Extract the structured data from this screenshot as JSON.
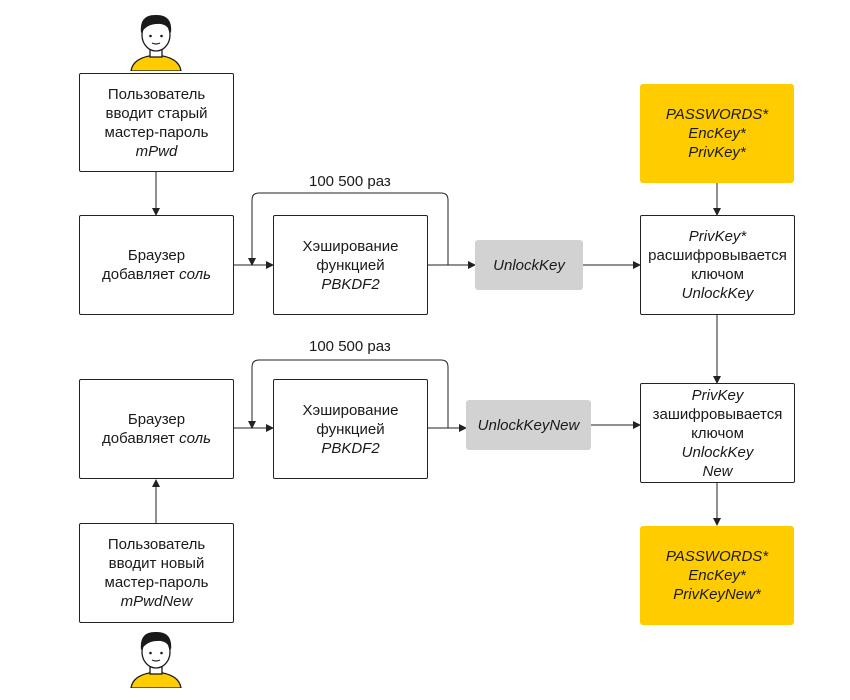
{
  "user_top": {
    "lines": [
      [
        {
          "t": "Пользователь"
        }
      ],
      [
        {
          "t": "вводит старый"
        }
      ],
      [
        {
          "t": "мастер-пароль"
        }
      ],
      [
        {
          "t": "mPwd",
          "i": true
        }
      ]
    ]
  },
  "salt_top": {
    "lines": [
      [
        {
          "t": "Браузер"
        }
      ],
      [
        {
          "t": "добавляет "
        },
        {
          "t": "соль",
          "i": true
        }
      ]
    ]
  },
  "hash_top": {
    "lines": [
      [
        {
          "t": "Хэширование"
        }
      ],
      [
        {
          "t": "функцией"
        }
      ],
      [
        {
          "t": "PBKDF2",
          "i": true
        }
      ]
    ]
  },
  "unlock_key": {
    "lines": [
      [
        {
          "t": "UnlockKey",
          "i": true
        }
      ]
    ]
  },
  "passwords_top": {
    "lines": [
      [
        {
          "t": "PASSWORDS*",
          "i": true
        }
      ],
      [
        {
          "t": "EncKey*",
          "i": true
        }
      ],
      [
        {
          "t": "PrivKey*",
          "i": true
        }
      ]
    ]
  },
  "decrypt": {
    "lines": [
      [
        {
          "t": "PrivKey*",
          "i": true
        }
      ],
      [
        {
          "t": "расшифровывается"
        }
      ],
      [
        {
          "t": "ключом"
        }
      ],
      [
        {
          "t": "UnlockKey",
          "i": true
        }
      ]
    ]
  },
  "loop_top": {
    "label": "100 500 раз"
  },
  "salt_bottom": {
    "lines": [
      [
        {
          "t": "Браузер"
        }
      ],
      [
        {
          "t": "добавляет "
        },
        {
          "t": "соль",
          "i": true
        }
      ]
    ]
  },
  "hash_bottom": {
    "lines": [
      [
        {
          "t": "Хэширование"
        }
      ],
      [
        {
          "t": "функцией"
        }
      ],
      [
        {
          "t": "PBKDF2",
          "i": true
        }
      ]
    ]
  },
  "unlock_key_new": {
    "lines": [
      [
        {
          "t": "UnlockKeyNew",
          "i": true
        }
      ]
    ]
  },
  "encrypt": {
    "lines": [
      [
        {
          "t": "PrivKey",
          "i": true
        }
      ],
      [
        {
          "t": "зашифровывается"
        }
      ],
      [
        {
          "t": "ключом"
        }
      ],
      [
        {
          "t": "UnlockKey",
          "i": true
        }
      ],
      [
        {
          "t": "New",
          "i": true
        }
      ]
    ]
  },
  "loop_bottom": {
    "label": "100 500 раз"
  },
  "user_bottom": {
    "lines": [
      [
        {
          "t": "Пользователь"
        }
      ],
      [
        {
          "t": "вводит новый"
        }
      ],
      [
        {
          "t": "мастер-пароль"
        }
      ],
      [
        {
          "t": "mPwdNew",
          "i": true
        }
      ]
    ]
  },
  "passwords_bottom": {
    "lines": [
      [
        {
          "t": "PASSWORDS*",
          "i": true
        }
      ],
      [
        {
          "t": "EncKey*",
          "i": true
        }
      ],
      [
        {
          "t": "PrivKeyNew*",
          "i": true
        }
      ]
    ]
  },
  "colors": {
    "accent_yellow": "#ffcc00",
    "gray_box": "#d2d2d2",
    "line": "#222222",
    "skin": "#ffffff",
    "hair": "#1a1a1a",
    "shirt": "#ffcc00"
  },
  "icons": {
    "user_avatar": "person-avatar-icon"
  }
}
